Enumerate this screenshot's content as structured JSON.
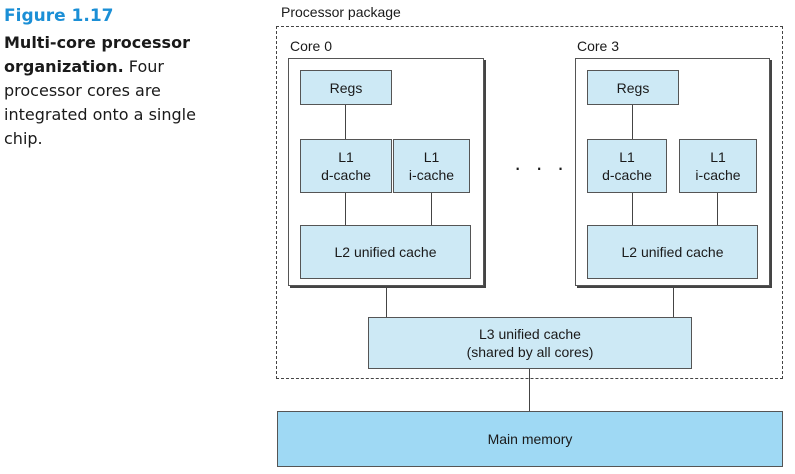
{
  "figure": {
    "number": "Figure 1.17",
    "caption_bold": "Multi-core processor organization.",
    "caption_text": " Four processor cores are integrated onto a single chip."
  },
  "diagram": {
    "package_label": "Processor package",
    "cores": [
      {
        "label": "Core 0",
        "regs": "Regs",
        "l1_d": "L1\nd-cache",
        "l1_i": "L1\ni-cache",
        "l2": "L2 unified cache"
      },
      {
        "label": "Core 3",
        "regs": "Regs",
        "l1_d": "L1\nd-cache",
        "l1_i": "L1\ni-cache",
        "l2": "L2 unified cache"
      }
    ],
    "ellipsis": "· · ·",
    "l3": "L3 unified cache\n(shared by all cores)",
    "main_memory": "Main memory"
  },
  "colors": {
    "figure_number": "#1b8fd6",
    "cache_fill": "#cde9f5",
    "memory_fill": "#9fd9f4"
  }
}
